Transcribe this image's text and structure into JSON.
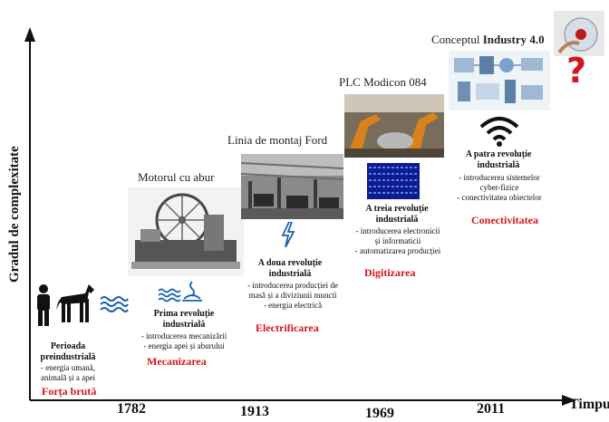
{
  "axes": {
    "y_label": "Gradul de complexitate",
    "x_label": "Timpul",
    "years": [
      "1782",
      "1913",
      "1969",
      "2011"
    ]
  },
  "preindustrial": {
    "title_line1": "Perioada",
    "title_line2": "preindustrială",
    "desc_line1": "- energia umană,",
    "desc_line2": "animală  și a apei",
    "name": "Forța brută"
  },
  "stage1": {
    "image_title": "Motorul cu abur",
    "title_line1": "Prima revoluție",
    "title_line2": "industrială",
    "desc_line1": "- introducerea mecanizării",
    "desc_line2": "- energia apei și aburului",
    "name": "Mecanizarea"
  },
  "stage2": {
    "image_title": "Linia de montaj  Ford",
    "title_line1": "A doua revoluție",
    "title_line2": "industrială",
    "desc_line1": "- introducerea producției  de",
    "desc_line2": "masă și a diviziunii  muncii",
    "desc_line3": "- energia electrică",
    "name": "Electrificarea"
  },
  "stage3": {
    "image_title": "PLC Modicon 084",
    "title_line1": "A treia revoluție",
    "title_line2": "industrială",
    "desc_line1": "- introducerea electronicii",
    "desc_line2": "și informaticii",
    "desc_line3": "- automatizarea producției",
    "name": "Digitizarea"
  },
  "stage4": {
    "image_title_prefix": "Conceptul",
    "image_title_bold": "Industry  4.0",
    "title_line1": "A patra revoluție",
    "title_line2": "industrială",
    "desc_line1": "- introducerea  sistemelor",
    "desc_line2": "cyber-fizice",
    "desc_line3": "- conectivitatea  obiectelor",
    "name": "Conectivitatea"
  },
  "question_mark": "?",
  "colors": {
    "accent_red": "#d4151b",
    "icon_blue": "#1a5fb4",
    "icon_black": "#111111"
  }
}
